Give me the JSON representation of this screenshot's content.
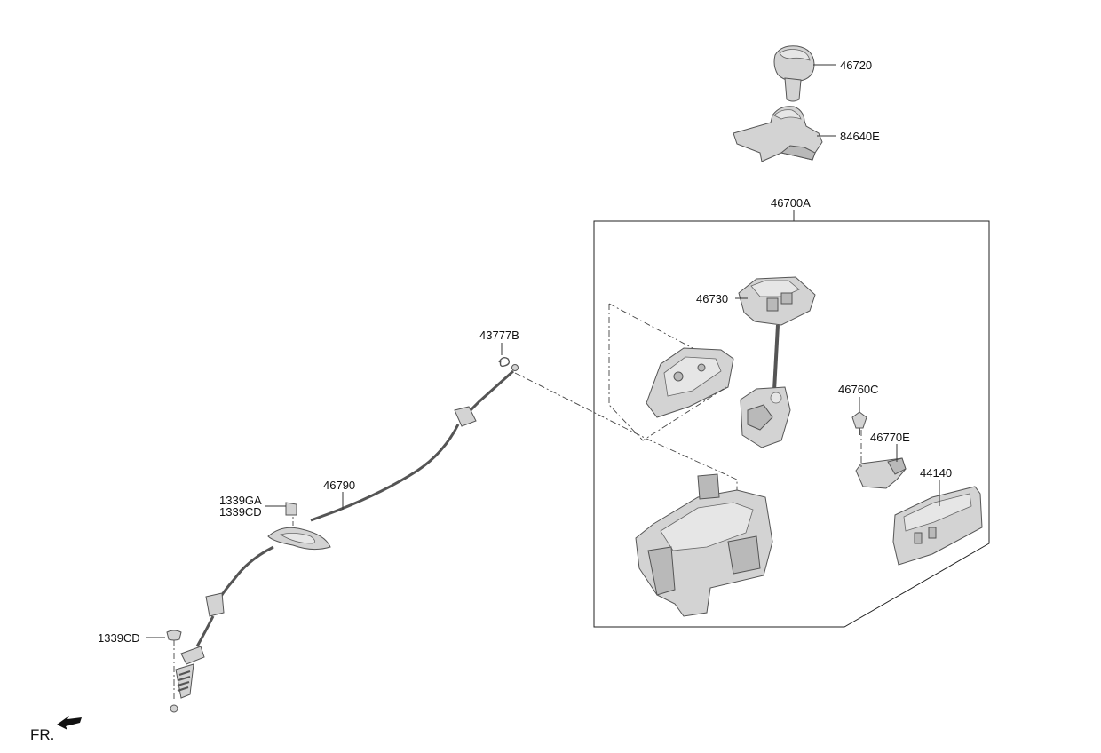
{
  "labels": {
    "p46720": "46720",
    "p84640E": "84640E",
    "p46700A": "46700A",
    "p46730": "46730",
    "p46760C": "46760C",
    "p46770E": "46770E",
    "p44140": "44140",
    "p43777B": "43777B",
    "p46790": "46790",
    "p1339GA": "1339GA",
    "p1339CD_a": "1339CD",
    "p1339CD_b": "1339CD"
  },
  "direction_label": "FR."
}
